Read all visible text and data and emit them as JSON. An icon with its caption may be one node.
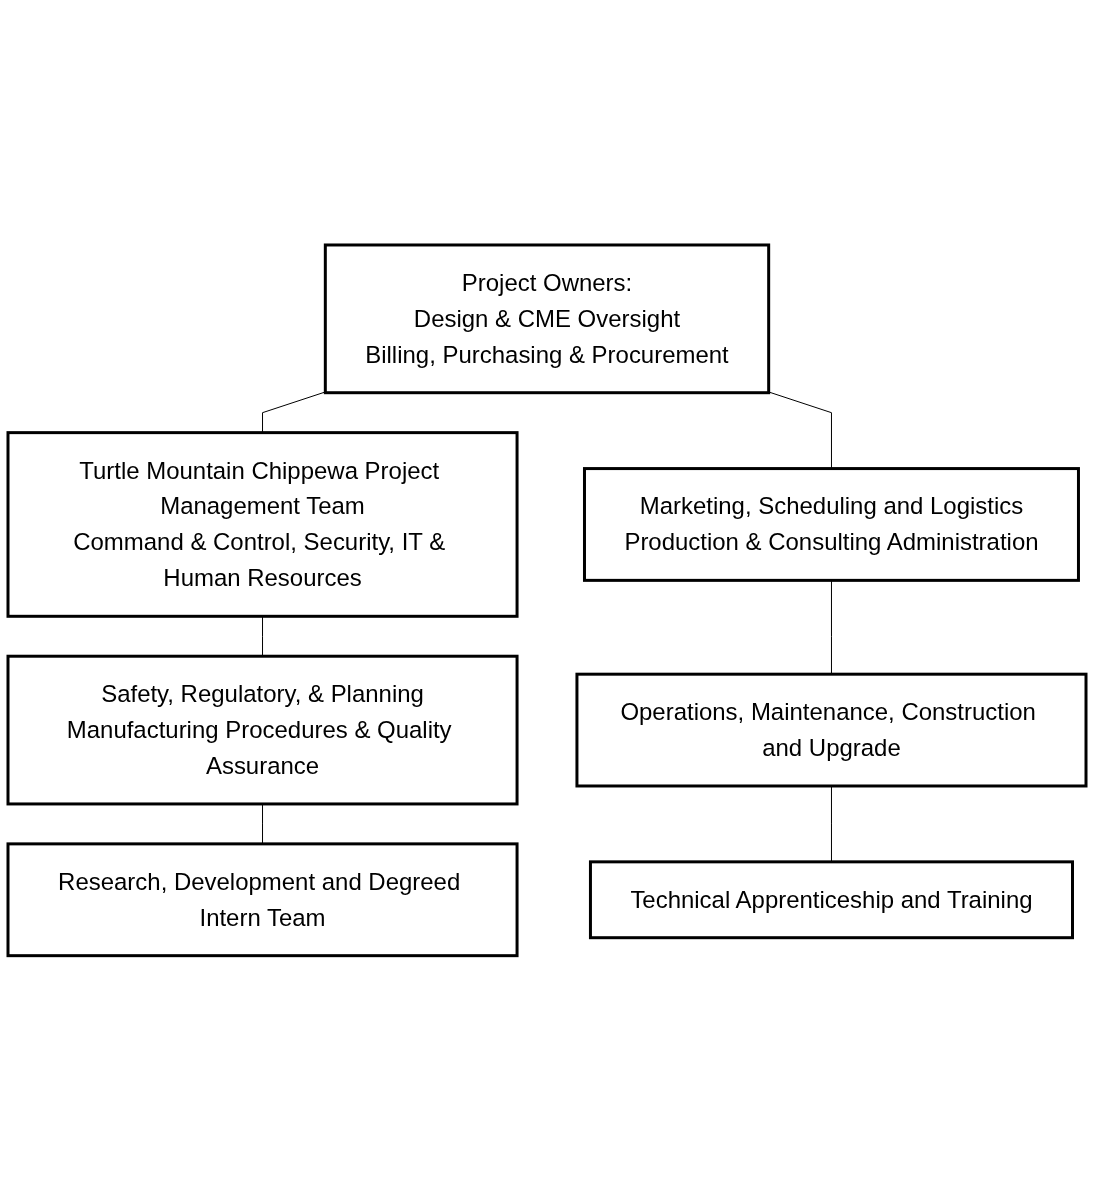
{
  "diagram": {
    "nodes": [
      {
        "text": [
          "Project Owners:",
          "Design & CME Oversight",
          "Billing, Purchasing & Procurement"
        ]
      },
      {
        "text": [
          "Turtle Mountain Chippewa Project Management Team",
          "Command & Control, Security, IT & Human Resources"
        ]
      },
      {
        "text": [
          "Marketing, Scheduling and Logistics",
          "Production & Consulting Administration"
        ]
      },
      {
        "text": [
          "Safety, Regulatory, & Planning",
          "Manufacturing Procedures & Quality Assurance"
        ]
      },
      {
        "text": [
          "Operations, Maintenance, Construction and Upgrade"
        ]
      },
      {
        "text": [
          "Research, Development and Degreed Intern Team"
        ]
      },
      {
        "text": [
          "Technical Apprenticeship and Training"
        ]
      }
    ],
    "edges": [
      {
        "from": 0,
        "to": 1,
        "arrow": "none"
      },
      {
        "from": 0,
        "to": 2,
        "arrow": "none"
      },
      {
        "from": 1,
        "to": 3,
        "arrow": "none"
      },
      {
        "from": 2,
        "to": 4,
        "arrow": "none"
      },
      {
        "from": 3,
        "to": 5,
        "arrow": "none"
      },
      {
        "from": 4,
        "to": 6,
        "arrow": "none"
      }
    ]
  }
}
